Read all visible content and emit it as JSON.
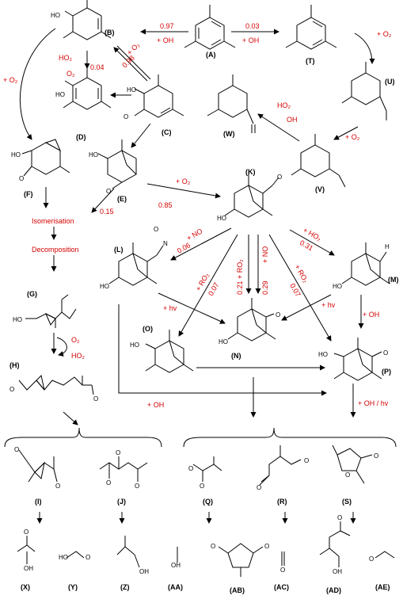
{
  "compounds": {
    "A": "(A)",
    "B": "(B)",
    "C": "(C)",
    "D": "(D)",
    "E": "(E)",
    "F": "(F)",
    "G": "(G)",
    "H": "(H)",
    "I": "(I)",
    "J": "(J)",
    "K": "(K)",
    "L": "(L)",
    "M": "(M)",
    "N": "(N)",
    "O": "(O)",
    "P": "(P)",
    "Q": "(Q)",
    "R": "(R)",
    "S": "(S)",
    "T": "(T)",
    "U": "(U)",
    "V": "(V)",
    "W": "(W)",
    "X": "(X)",
    "Y": "(Y)",
    "Z": "(Z)",
    "AA": "(AA)",
    "AB": "(AB)",
    "AC": "(AC)",
    "AD": "(AD)",
    "AE": "(AE)"
  },
  "labels": {
    "branch_097": "0.97",
    "plus_oh_left": "+ OH",
    "branch_003": "0.03",
    "plus_oh_right": "+ OH",
    "plus_o2_T": "+ O₂",
    "plus_o2_B": "+ O₂",
    "branch_098": "0.98",
    "ho2": "HO₂",
    "o2": "O₂",
    "branch_004": "0.04",
    "plus_o2_F": "+ O₂",
    "ho2_W": "HO₂",
    "oh_W": "OH",
    "plus_o2_V": "+ O₂",
    "plus_o2_K": "+ O₂",
    "branch_085": "0.85",
    "branch_015": "0.15",
    "isomerisation": "Isomerisation",
    "decomposition": "Decomposition",
    "plus_no_L": "+ NO",
    "branch_006": "0.06",
    "plus_ho2_M": "+ HO₂",
    "branch_031": "0.31",
    "plus_ro2_O": "+ RO₂",
    "branch_007_O": "0.07",
    "plus_ro2_N": "+ RO₂",
    "branch_021": "0.21",
    "plus_no_N": "+ NO",
    "branch_029": "0.29",
    "plus_ro2_P": "+ RO₂",
    "branch_007_P": "0.07",
    "hv_O": "+ hv",
    "hv_N": "+ hv",
    "plus_oh_P": "+ OH",
    "o2_H": "O₂",
    "ho2_H": "HO₂",
    "plus_oh_bottom": "+ OH",
    "plus_oh_hv": "+ OH / hv"
  }
}
